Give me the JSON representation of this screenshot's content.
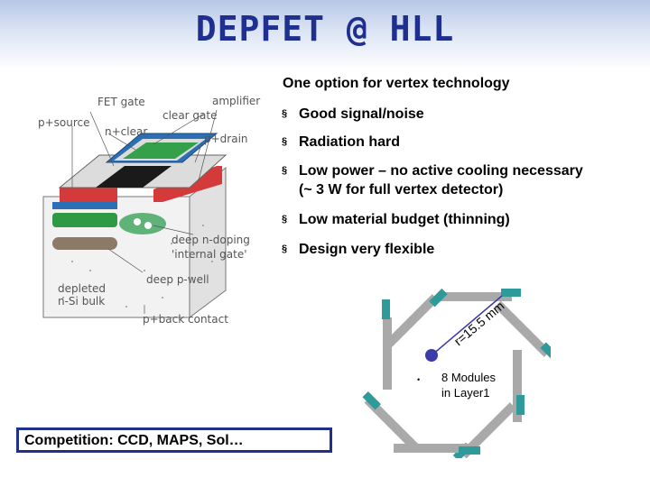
{
  "slide": {
    "title": "DEPFET @ HLL",
    "subtitle": "One option for vertex technology",
    "bullets": [
      {
        "text": "Good signal/noise"
      },
      {
        "text": "Radiation hard"
      },
      {
        "text": "Low power – no active cooling necessary",
        "continuation": "(~ 3 W for full vertex detector)"
      },
      {
        "text": "Low material budget (thinning)"
      },
      {
        "text": "Design very flexible"
      }
    ],
    "bullet_marker": "§",
    "competition": "Competition: CCD, MAPS, Sol…"
  },
  "device_labels": {
    "fet_gate": "FET gate",
    "amplifier": "amplifier",
    "p_source": "p+source",
    "clear_gate": "clear gate",
    "n_clear": "n+clear",
    "p_drain": "p+drain",
    "deep_n_doping": "deep n-doping",
    "internal_gate": "'internal gate'",
    "deep_p_well": "deep p-well",
    "depleted_1": "depleted",
    "depleted_2": "n-Si bulk",
    "back_contact": "p+back contact"
  },
  "layer_diagram": {
    "radius_label": "r=15.5 mm",
    "modules_label_1": "8 Modules",
    "modules_label_2": "in Layer1",
    "small_dot": "•"
  },
  "colors": {
    "title": "#1f2f8f",
    "box_border": "#1e2f8c",
    "module_grey": "#a9a9a9",
    "module_teal": "#2e9a9a",
    "center_dot": "#3a3aa8"
  }
}
